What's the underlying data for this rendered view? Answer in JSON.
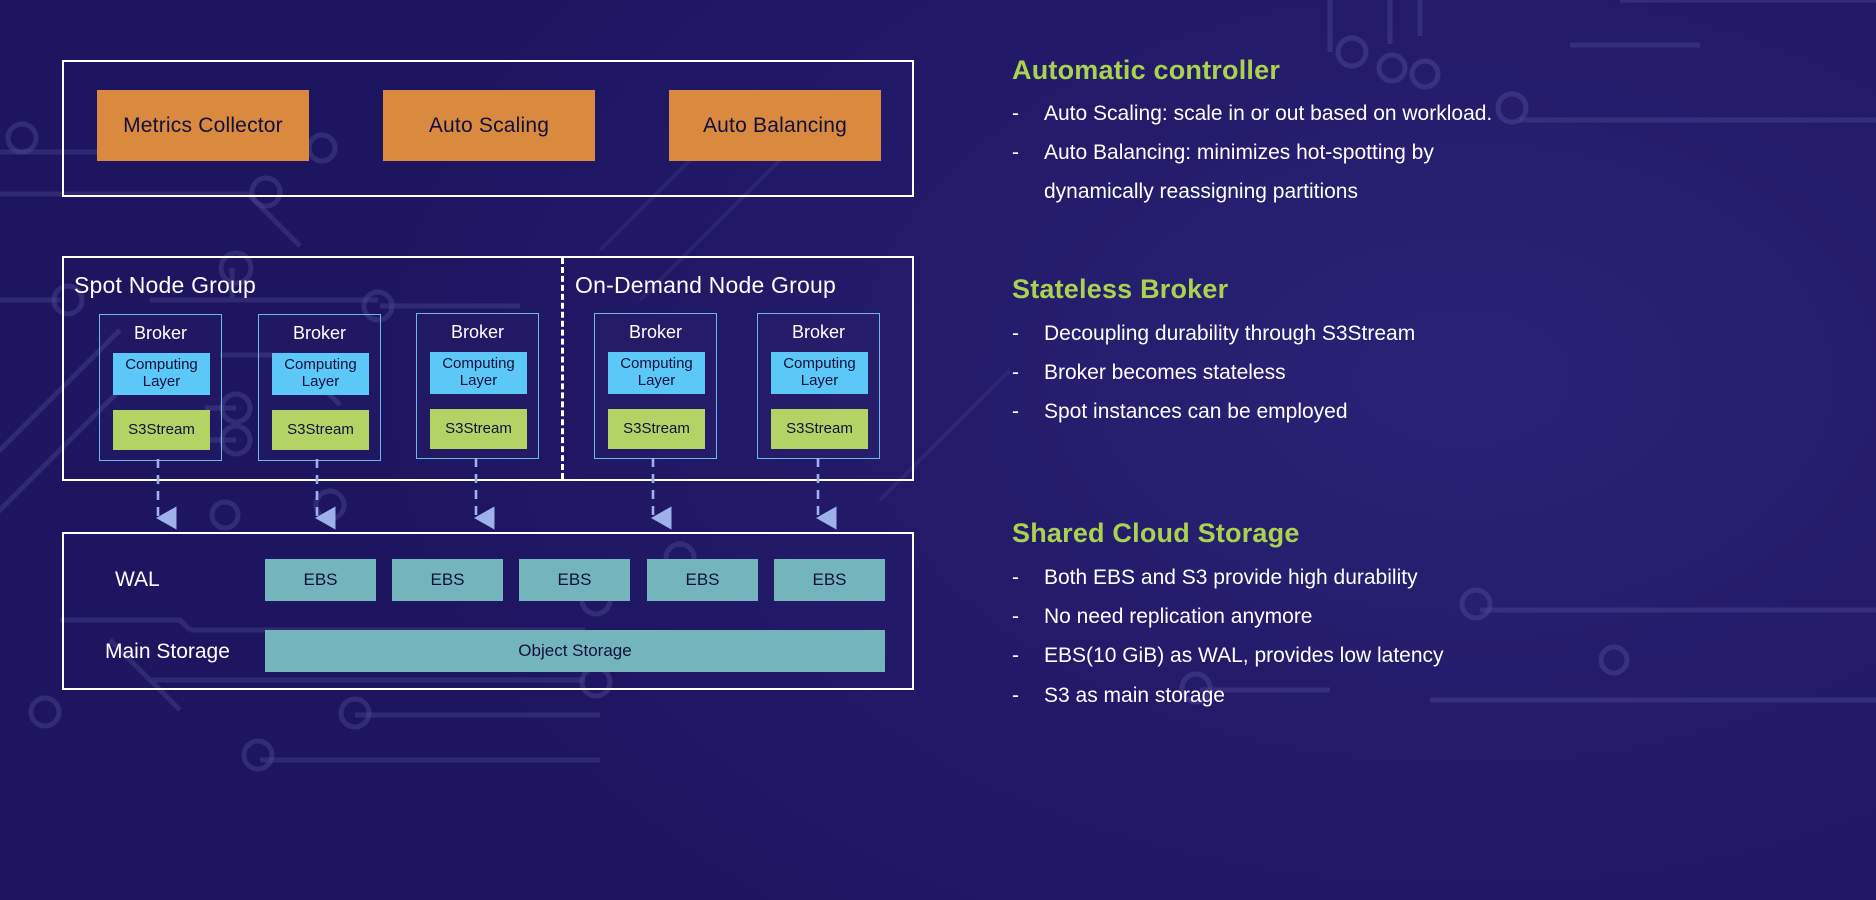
{
  "colors": {
    "background_dark": "#1b1464",
    "background_mid": "#2b2380",
    "controller_box": "#da8a3e",
    "computing_layer": "#5cc8f7",
    "s3stream": "#b3d465",
    "storage": "#74b5bd",
    "heading_green": "#a9d34e",
    "border_white": "#ffffff",
    "broker_border": "#6fb6e8",
    "arrow": "#98a9e8"
  },
  "diagram": {
    "controller": {
      "boxes": [
        {
          "label": "Metrics Collector"
        },
        {
          "label": "Auto Scaling"
        },
        {
          "label": "Auto Balancing"
        }
      ]
    },
    "node_groups": {
      "spot_label": "Spot Node Group",
      "ondemand_label": "On-Demand Node Group",
      "brokers": [
        {
          "title": "Broker",
          "compute": "Computing Layer",
          "stream": "S3Stream",
          "group": "spot"
        },
        {
          "title": "Broker",
          "compute": "Computing Layer",
          "stream": "S3Stream",
          "group": "spot"
        },
        {
          "title": "Broker",
          "compute": "Computing Layer",
          "stream": "S3Stream",
          "group": "spot"
        },
        {
          "title": "Broker",
          "compute": "Computing Layer",
          "stream": "S3Stream",
          "group": "ondemand"
        },
        {
          "title": "Broker",
          "compute": "Computing Layer",
          "stream": "S3Stream",
          "group": "ondemand"
        }
      ]
    },
    "storage": {
      "wal_label": "WAL",
      "main_label": "Main Storage",
      "ebs_boxes": [
        {
          "label": "EBS"
        },
        {
          "label": "EBS"
        },
        {
          "label": "EBS"
        },
        {
          "label": "EBS"
        },
        {
          "label": "EBS"
        }
      ],
      "object_storage_label": "Object Storage"
    }
  },
  "sections": [
    {
      "heading": "Automatic controller",
      "bullets": [
        {
          "marker": "-",
          "text": "Auto Scaling: scale in or out based on workload."
        },
        {
          "marker": "-",
          "text": "Auto Balancing: minimizes hot-spotting by",
          "continuation": "dynamically reassigning partitions"
        }
      ]
    },
    {
      "heading": "Stateless Broker",
      "bullets": [
        {
          "marker": "-",
          "text": "Decoupling durability through S3Stream"
        },
        {
          "marker": "-",
          "text": "Broker becomes stateless"
        },
        {
          "marker": "-",
          "text": "Spot instances can be employed"
        }
      ]
    },
    {
      "heading": "Shared Cloud Storage",
      "bullets": [
        {
          "marker": "-",
          "text": "Both EBS and S3 provide high durability"
        },
        {
          "marker": "-",
          "text": "No need replication anymore"
        },
        {
          "marker": "-",
          "text": "EBS(10 GiB) as WAL, provides low latency"
        },
        {
          "marker": "-",
          "text": "S3 as main storage"
        }
      ]
    }
  ]
}
